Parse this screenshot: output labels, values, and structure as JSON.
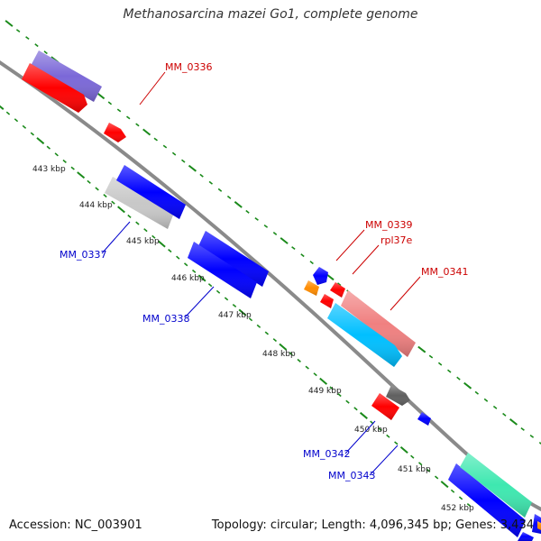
{
  "title": "Methanosarcina mazei Go1, complete genome",
  "footer": {
    "accession": "Accession: NC_003901",
    "summary": "Topology: circular; Length: 4,096,345 bp; Genes: 3,434"
  },
  "colors": {
    "backbone": "#8a8a8a",
    "tick": "#1a8a1a",
    "forward_label": "#cc0000",
    "reverse_label": "#0000cc",
    "ruler_label": "#222222"
  },
  "ruler": {
    "labels": [
      "443 kbp",
      "444 kbp",
      "445 kbp",
      "446 kbp",
      "447 kbp",
      "448 kbp",
      "449 kbp",
      "450 kbp",
      "451 kbp",
      "452 kbp"
    ]
  },
  "gene_labels": {
    "forward": [
      "MM_0336",
      "MM_0339",
      "rpl37e",
      "MM_0341"
    ],
    "reverse": [
      "MM_0337",
      "MM_0338",
      "MM_0342",
      "MM_0343"
    ]
  },
  "feature_colors": [
    "#7b68d8",
    "#ff0000",
    "#ff0000",
    "#c8c8c8",
    "#0000ff",
    "#0000ff",
    "#0000ff",
    "#0000ff",
    "#ff8c00",
    "#ff0000",
    "#ff0000",
    "#f08080",
    "#00bfff",
    "#ff0000",
    "#606060",
    "#0000ff",
    "#0000ff",
    "#3ee8b0",
    "#0000ff",
    "#0000ff",
    "#ff8c00"
  ]
}
